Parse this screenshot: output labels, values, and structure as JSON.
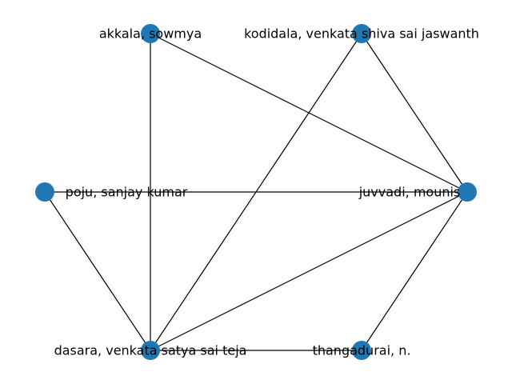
{
  "graph": {
    "node_color": "#1f77b4",
    "edge_color": "#000000",
    "nodes": [
      {
        "id": "akkala",
        "label": "akkala, sowmya"
      },
      {
        "id": "kodidala",
        "label": "kodidala, venkata shiva sai jaswanth"
      },
      {
        "id": "poju",
        "label": "poju, sanjay kumar"
      },
      {
        "id": "juvvadi",
        "label": "juvvadi, mounis"
      },
      {
        "id": "dasara",
        "label": "dasara, venkata satya sai teja"
      },
      {
        "id": "thangadurai",
        "label": "thangadurai, n."
      }
    ],
    "edges": [
      {
        "source": "akkala",
        "target": "dasara"
      },
      {
        "source": "akkala",
        "target": "juvvadi"
      },
      {
        "source": "kodidala",
        "target": "dasara"
      },
      {
        "source": "kodidala",
        "target": "juvvadi"
      },
      {
        "source": "poju",
        "target": "juvvadi"
      },
      {
        "source": "poju",
        "target": "dasara"
      },
      {
        "source": "juvvadi",
        "target": "dasara"
      },
      {
        "source": "juvvadi",
        "target": "thangadurai"
      },
      {
        "source": "dasara",
        "target": "thangadurai"
      }
    ]
  }
}
